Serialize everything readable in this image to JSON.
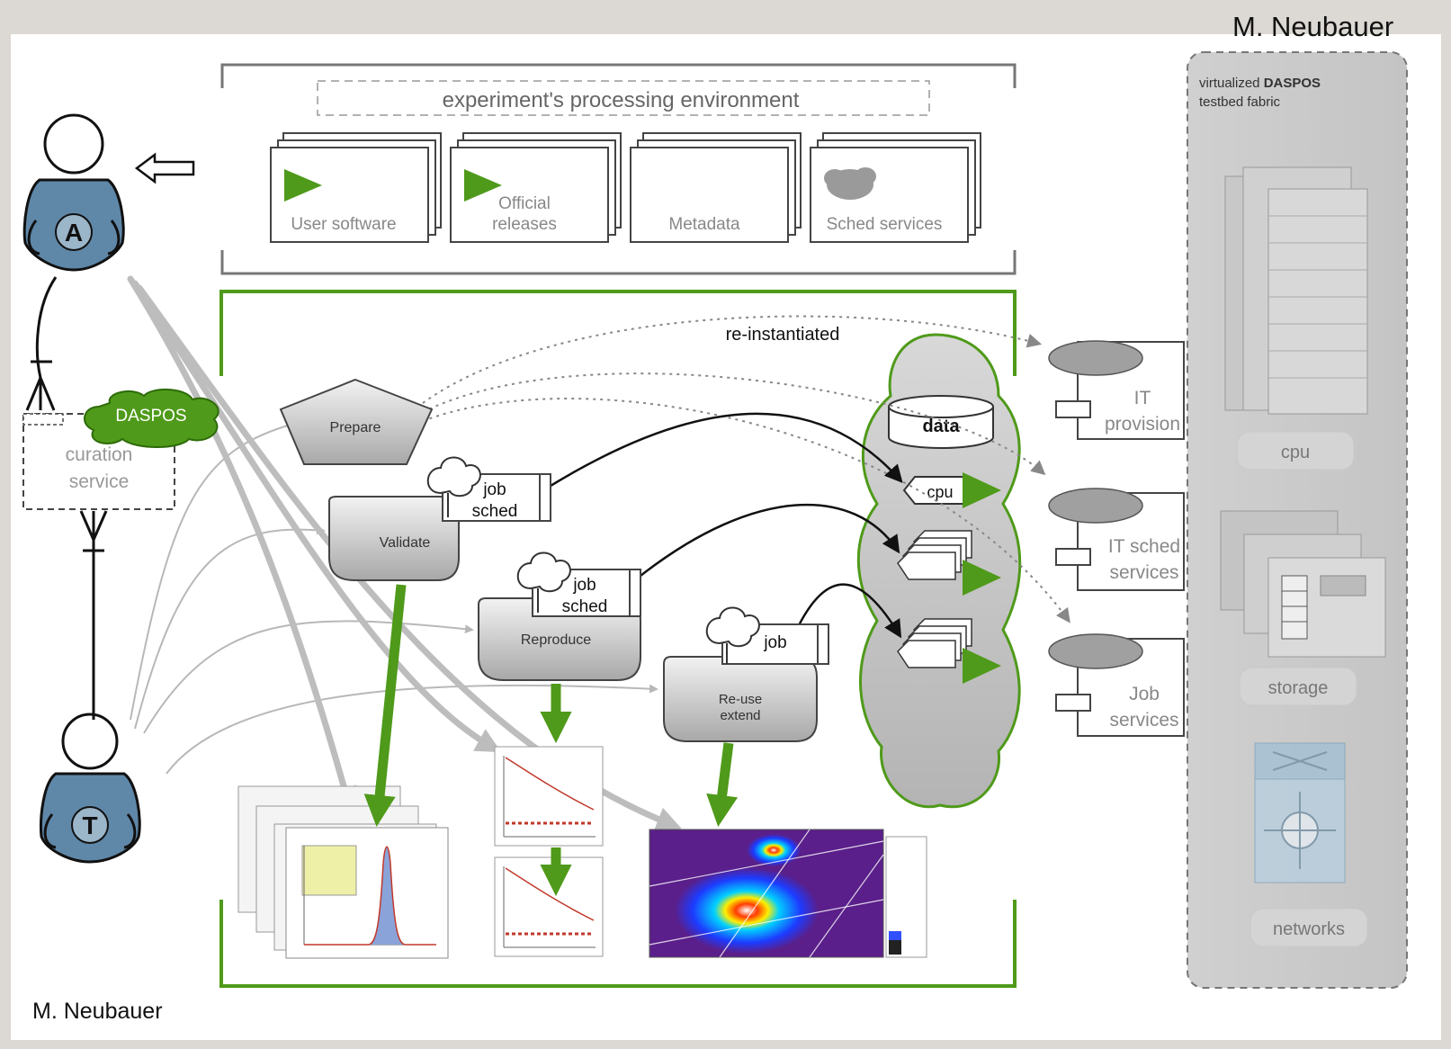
{
  "author_top": "M. Neubauer",
  "author_bottom": "M. Neubauer",
  "actors": {
    "analyst": "A",
    "tech": "T"
  },
  "curation": {
    "badge": "DASPOS",
    "line1": "curation",
    "line2": "service"
  },
  "environment": {
    "title": "experiment's processing environment",
    "stacks": [
      {
        "line1": "",
        "line2": "User software"
      },
      {
        "line1": "Official",
        "line2": "releases"
      },
      {
        "line1": "",
        "line2": "Metadata"
      },
      {
        "line1": "",
        "line2": "Sched services"
      }
    ]
  },
  "reinstantiated": "re-instantiated",
  "steps": {
    "prepare": "Prepare",
    "validate": "Validate",
    "reproduce": "Reproduce",
    "reuse_line1": "Re-use",
    "reuse_line2": "extend"
  },
  "job_sched": {
    "line1": "job",
    "line2": "sched"
  },
  "cloud": {
    "data": "data",
    "cpu": "cpu"
  },
  "services": [
    {
      "line1": "IT",
      "line2": "provision"
    },
    {
      "line1": "IT sched",
      "line2": "services"
    },
    {
      "line1": "Job",
      "line2": "services"
    }
  ],
  "fabric": {
    "title_prefix": "virtualized ",
    "title_bold": "DASPOS",
    "title_line2": "testbed fabric",
    "cpu": "cpu",
    "storage": "storage",
    "networks": "networks"
  },
  "colors": {
    "green": "#4f9a1a",
    "gray_arrow": "#c4c4c4",
    "actor_blue": "#5f87a8",
    "page_bg": "#dcd8d3"
  }
}
